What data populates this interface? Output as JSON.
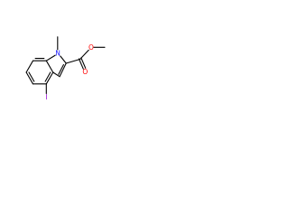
{
  "molecule": {
    "atoms": {
      "ring_nitrogen": "N",
      "n_methyl": "",
      "carbonyl_oxygen": "O",
      "ester_oxygen": "O",
      "ester_methyl": "",
      "iodine": "I"
    },
    "colors": {
      "bond": "#000000",
      "nitrogen": "#1a1aff",
      "oxygen": "#ff0000",
      "iodine": "#9400d3"
    }
  }
}
